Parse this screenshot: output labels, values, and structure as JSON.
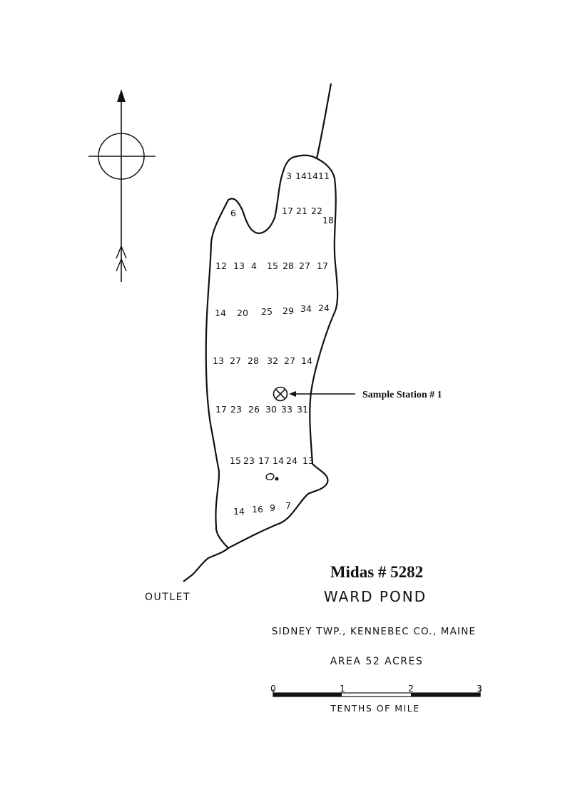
{
  "map": {
    "outlet_label": "OUTLET",
    "station_label": "Sample Station # 1",
    "midas_label": "Midas # 5282",
    "pond_name": "WARD POND",
    "location": "SIDNEY TWP., KENNEBEC CO., MAINE",
    "area": "AREA 52 ACRES",
    "scale": {
      "ticks": [
        "0",
        "1",
        "2",
        "3"
      ],
      "unit_label": "TENTHS OF MILE"
    },
    "depth_soundings": [
      "3",
      "14",
      "14",
      "11",
      "6",
      "17",
      "21",
      "22",
      "18",
      "12",
      "13",
      "4",
      "15",
      "28",
      "27",
      "17",
      "14",
      "20",
      "25",
      "29",
      "34",
      "24",
      "13",
      "27",
      "28",
      "32",
      "27",
      "14",
      "17",
      "23",
      "26",
      "30",
      "33",
      "31",
      "15",
      "23",
      "17",
      "14",
      "24",
      "13",
      "14",
      "16",
      "9",
      "7"
    ]
  }
}
